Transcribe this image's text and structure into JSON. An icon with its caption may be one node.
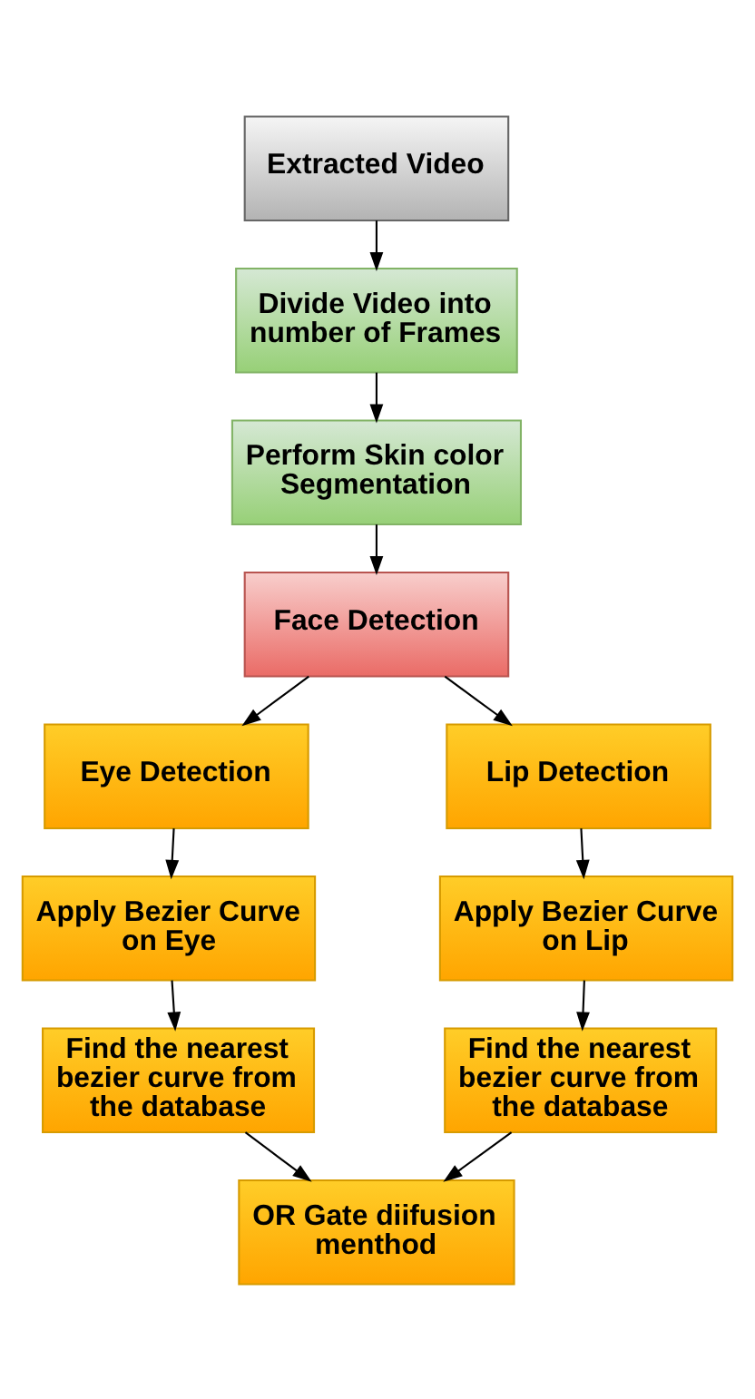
{
  "diagram": {
    "nodes": [
      {
        "text": [
          "Extracted Video"
        ]
      },
      {
        "text": [
          "Divide Video into number of Frames"
        ]
      },
      {
        "text": [
          "Perform Skin color Segmentation"
        ]
      },
      {
        "text": [
          "Face Detection"
        ]
      },
      {
        "text": [
          "Eye Detection"
        ]
      },
      {
        "text": [
          "Lip Detection"
        ]
      },
      {
        "text": [
          "Apply Bezier Curve on Eye"
        ]
      },
      {
        "text": [
          "Apply Bezier Curve on Lip"
        ]
      },
      {
        "text": [
          "Find the nearest bezier curve from the database"
        ]
      },
      {
        "text": [
          "Find the nearest bezier curve from the database"
        ]
      },
      {
        "text": [
          "OR Gate diifusion menthod"
        ]
      }
    ],
    "edges": [
      {
        "from": 0,
        "to": 1,
        "arrow": "to"
      },
      {
        "from": 1,
        "to": 2,
        "arrow": "to"
      },
      {
        "from": 2,
        "to": 3,
        "arrow": "to"
      },
      {
        "from": 3,
        "to": 4,
        "arrow": "to"
      },
      {
        "from": 3,
        "to": 5,
        "arrow": "to"
      },
      {
        "from": 4,
        "to": 6,
        "arrow": "to"
      },
      {
        "from": 5,
        "to": 7,
        "arrow": "to"
      },
      {
        "from": 6,
        "to": 8,
        "arrow": "to"
      },
      {
        "from": 7,
        "to": 9,
        "arrow": "to"
      },
      {
        "from": 8,
        "to": 10,
        "arrow": "to"
      },
      {
        "from": 9,
        "to": 10,
        "arrow": "to"
      }
    ]
  }
}
